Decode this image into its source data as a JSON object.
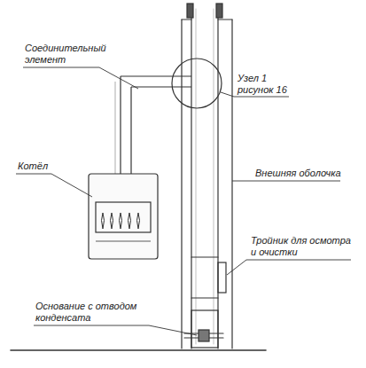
{
  "diagram": {
    "labels": [
      "Соединительный элемент",
      "Котёл",
      "Узел 1 рисунок 16",
      "Внешняя оболочка",
      "Тройник для осмотра и очистки",
      "Основание с отводом конденсата"
    ]
  }
}
